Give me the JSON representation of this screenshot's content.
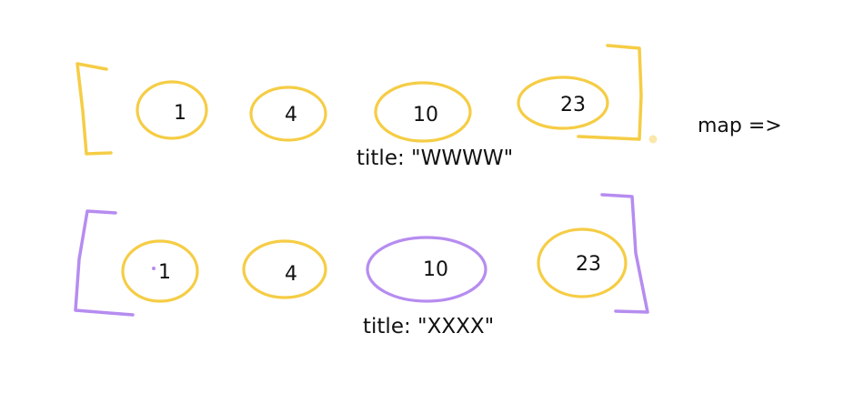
{
  "colors": {
    "yellow": "#F5CD45",
    "purple": "#B68CF0",
    "text": "#111111",
    "background": "#FFFFFF"
  },
  "arrays": [
    {
      "items": [
        {
          "label": "1",
          "color": "yellow"
        },
        {
          "label": "4",
          "color": "yellow"
        },
        {
          "label": "10",
          "color": "yellow"
        },
        {
          "label": "23",
          "color": "yellow"
        }
      ],
      "bracket_color": "yellow",
      "caption": "title: \"WWWW\""
    },
    {
      "items": [
        {
          "label": "1",
          "color": "yellow"
        },
        {
          "label": "4",
          "color": "yellow"
        },
        {
          "label": "10",
          "color": "purple"
        },
        {
          "label": "23",
          "color": "yellow"
        }
      ],
      "bracket_color": "purple",
      "caption": "title: \"XXXX\""
    }
  ],
  "operator_label": "map =>"
}
